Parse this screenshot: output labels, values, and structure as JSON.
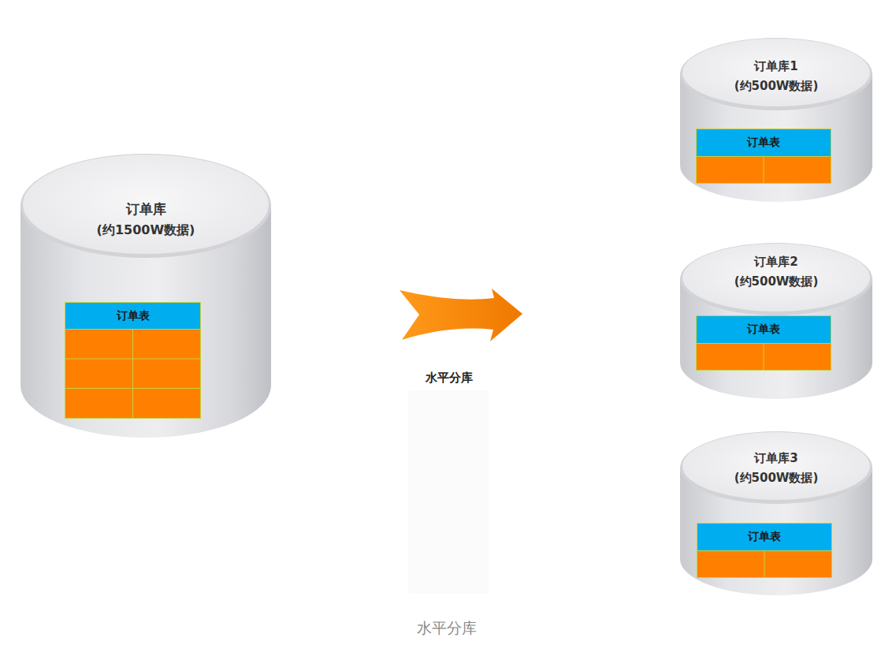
{
  "diagram": {
    "caption": "水平分库",
    "nodes": [
      {
        "text": [
          "订单库",
          "(约1500W数据)"
        ]
      },
      {
        "text": [
          "订单表"
        ],
        "in": 0
      },
      {
        "text": [
          "订单库1",
          "(约500W数据)"
        ]
      },
      {
        "text": [
          "订单表"
        ],
        "in": 2
      },
      {
        "text": [
          "订单库2",
          "(约500W数据)"
        ]
      },
      {
        "text": [
          "订单表"
        ],
        "in": 4
      },
      {
        "text": [
          "订单库3",
          "(约500W数据)"
        ]
      },
      {
        "text": [
          "订单表"
        ],
        "in": 6
      }
    ],
    "labels": [
      "水平分库"
    ]
  }
}
